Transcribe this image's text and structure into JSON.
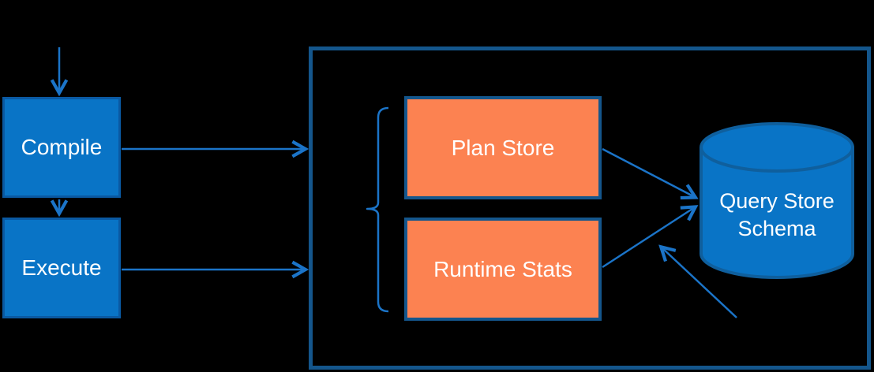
{
  "diagram_title": "Query Store architecture diagram",
  "colors": {
    "canvas-bg": "#000000",
    "node-blue": "#0974c6",
    "node-blue-border": "#0a59a2",
    "node-orange": "#fc8251",
    "dark-border": "#14568c",
    "cylinder-border": "#0f5f9d",
    "arrow": "#1b74c8",
    "label-text": "#ffffff"
  },
  "nodes": {
    "compile": {
      "label": "Compile"
    },
    "execute": {
      "label": "Execute"
    },
    "plan_store": {
      "label": "Plan Store"
    },
    "runtime_stats": {
      "label": "Runtime Stats"
    },
    "query_store_schema": {
      "label": "Query Store Schema"
    }
  },
  "edges": [
    {
      "id": "input-to-compile",
      "from": "input",
      "to": "compile"
    },
    {
      "id": "compile-to-execute",
      "from": "compile",
      "to": "execute"
    },
    {
      "id": "compile-to-container",
      "from": "compile",
      "to": "query-store-container"
    },
    {
      "id": "execute-to-container",
      "from": "execute",
      "to": "query-store-container"
    },
    {
      "id": "plan-store-to-schema",
      "from": "plan_store",
      "to": "query_store_schema"
    },
    {
      "id": "runtime-stats-to-schema",
      "from": "runtime_stats",
      "to": "query_store_schema"
    },
    {
      "id": "external-annotation-arrow",
      "from": "outside",
      "to": "runtime-stats-to-schema-edge"
    }
  ]
}
